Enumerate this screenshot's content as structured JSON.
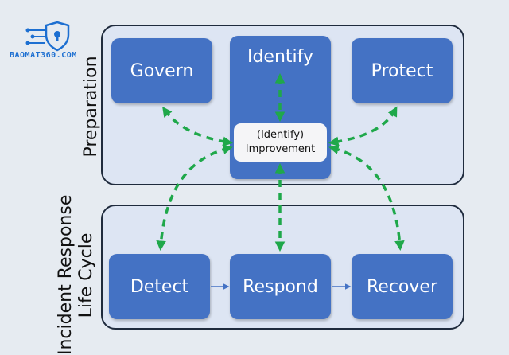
{
  "logo": {
    "text": "BAOMAT360.COM"
  },
  "sections": {
    "preparation": "Preparation",
    "lifecycle_line1": "Incident Response",
    "lifecycle_line2": "Life Cycle"
  },
  "nodes": {
    "govern": "Govern",
    "identify": "Identify",
    "protect": "Protect",
    "improvement_line1": "(Identify)",
    "improvement_line2": "Improvement",
    "detect": "Detect",
    "respond": "Respond",
    "recover": "Recover"
  },
  "colors": {
    "node_blue": "#4472c4",
    "panel_fill": "#dde5f3",
    "arrow_green": "#1fa84a",
    "flow_arrow": "#4472c4"
  }
}
